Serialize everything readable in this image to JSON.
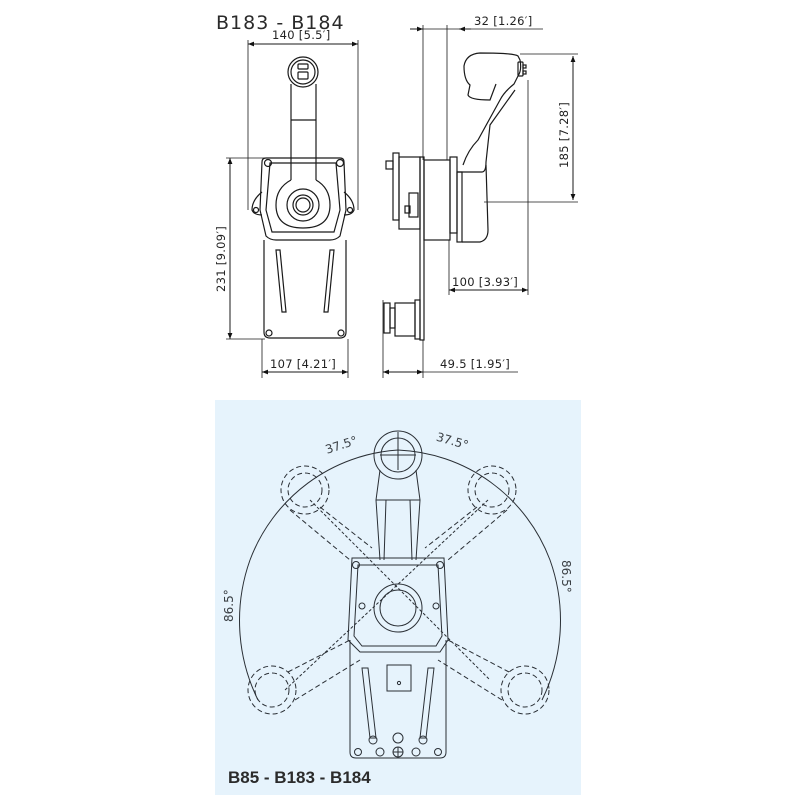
{
  "top_view": {
    "title": "B183 - B184",
    "front": {
      "width_dim": "140 [5.5′]",
      "height_dim": "231 [9.09′]",
      "base_width_dim": "107 [4.21′]"
    },
    "side": {
      "offset_dim": "32 [1.26′]",
      "lever_height_dim": "185 [7.28′]",
      "lever_reach_dim": "100 [3.93′]",
      "depth_dim": "49.5 [1.95′]"
    }
  },
  "bottom_view": {
    "title": "B85 - B183 - B184",
    "background_color": "#e6f3fc",
    "angles": {
      "upper_left": "37.5°",
      "upper_right": "37.5°",
      "lower_left": "86.5°",
      "lower_right": "86.5°"
    }
  }
}
